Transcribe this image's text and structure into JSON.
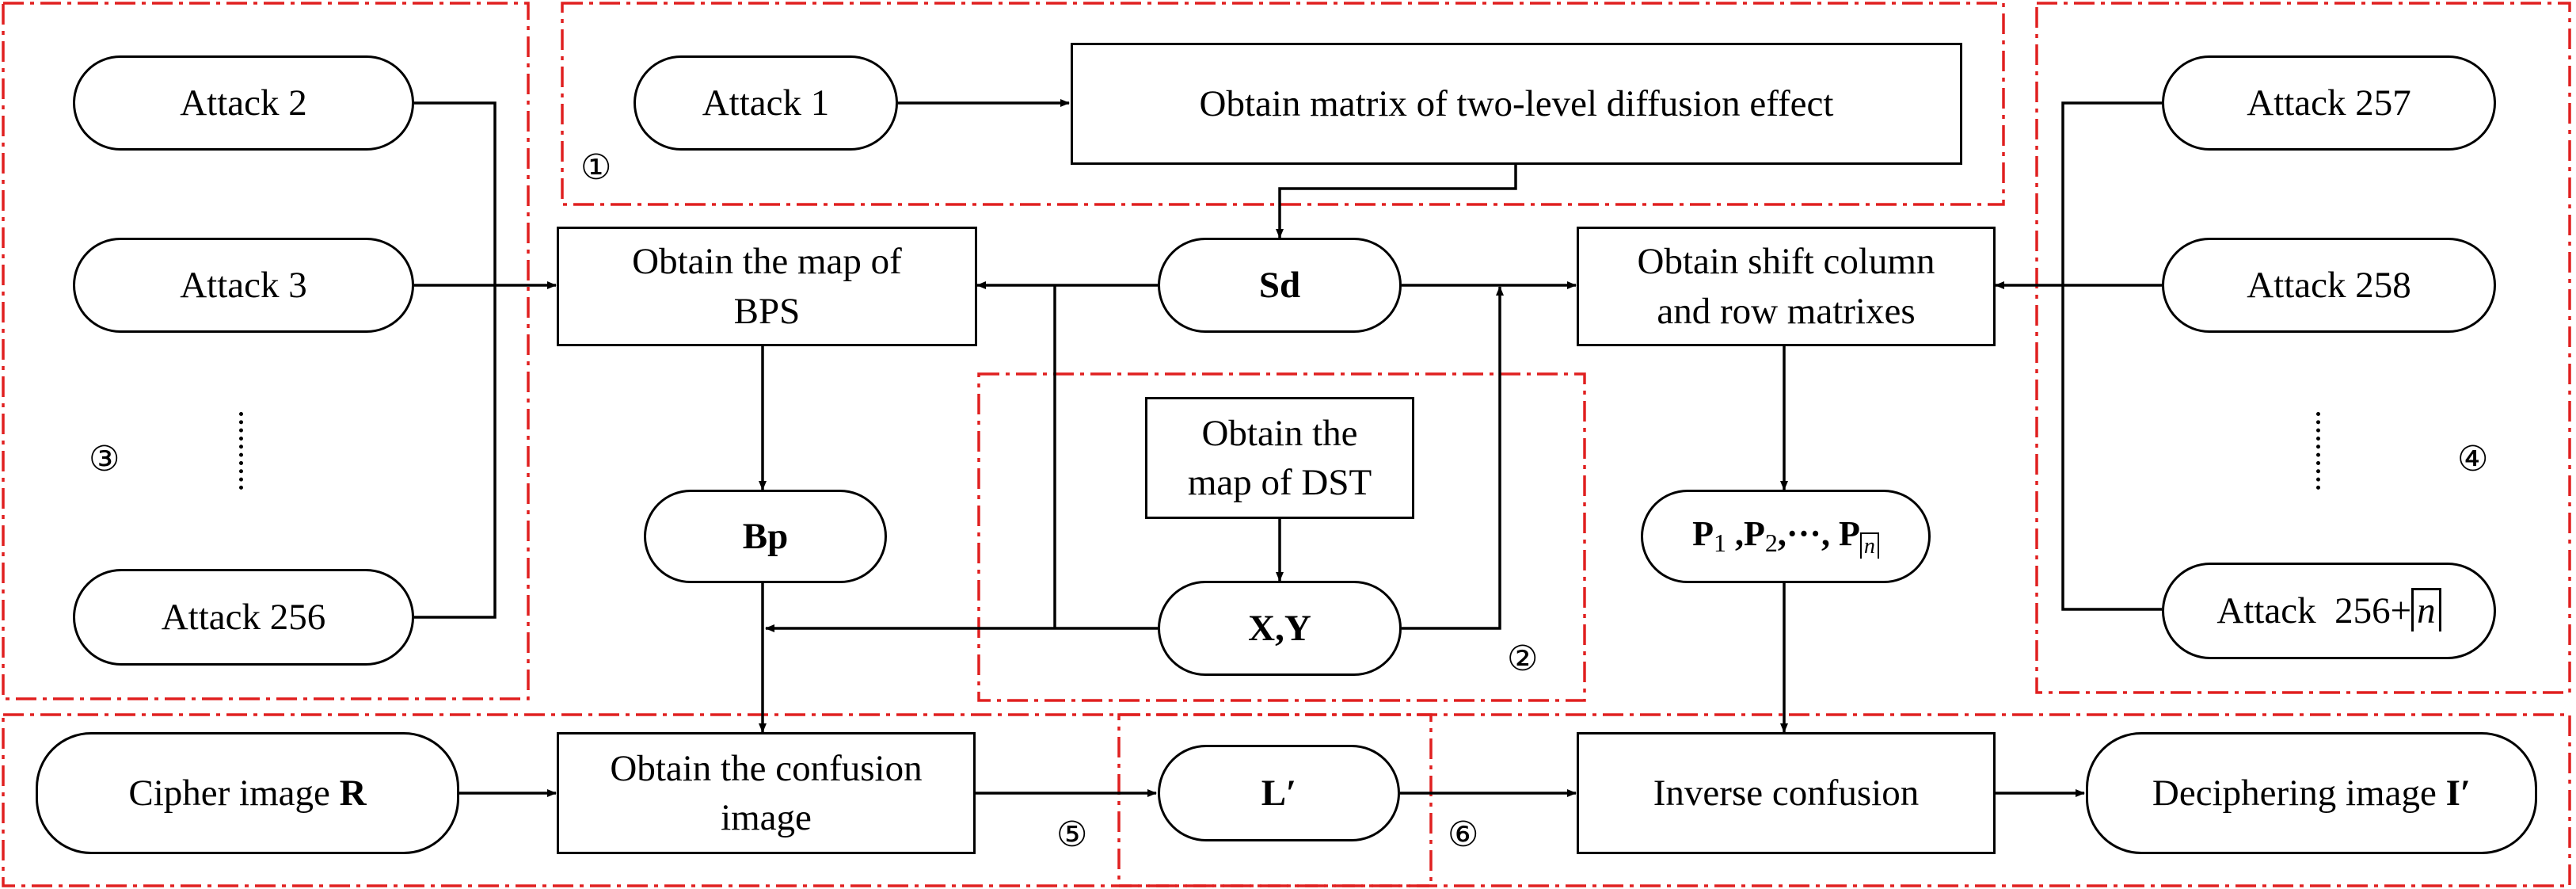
{
  "nodes": {
    "attack_2": "Attack 2",
    "attack_3": "Attack 3",
    "attack_256": "Attack 256",
    "attack_1": "Attack 1",
    "diffusion_matrix": "Obtain  matrix of two-level diffusion effect",
    "sd": "Sd",
    "bps_map_line1": "Obtain the map of",
    "bps_map_line2": "BPS",
    "shift_line1": "Obtain shift column",
    "shift_line2": "and row matrixes",
    "attack_257": "Attack 257",
    "attack_258": "Attack 258",
    "attack_last_prefix": "Attack",
    "attack_last_number": "256",
    "attack_last_plus": "+",
    "attack_last_var": "n",
    "dst_line1": "Obtain the",
    "dst_line2": "map of DST",
    "bp": "Bp",
    "xy": "X,Y",
    "p_first": "P",
    "p_first_sub": "1",
    "p_sep1": " ,",
    "p_second": "P",
    "p_second_sub": "2",
    "p_sep2": ",···, ",
    "p_last": "P",
    "p_last_sub": "n",
    "cipher_prefix": "Cipher image ",
    "cipher_var": "R",
    "confusion_line1": "Obtain the confusion",
    "confusion_line2": "image",
    "l_prime": "L′",
    "inverse_confusion": "Inverse confusion",
    "decipher_prefix": "Deciphering image ",
    "decipher_var": "I′"
  },
  "regions": {
    "region_1": "①",
    "region_2": "②",
    "region_3": "③",
    "region_4": "④",
    "region_5": "⑤",
    "region_6": "⑥"
  },
  "colors": {
    "line": "#000000",
    "region_border": "#e02020"
  }
}
